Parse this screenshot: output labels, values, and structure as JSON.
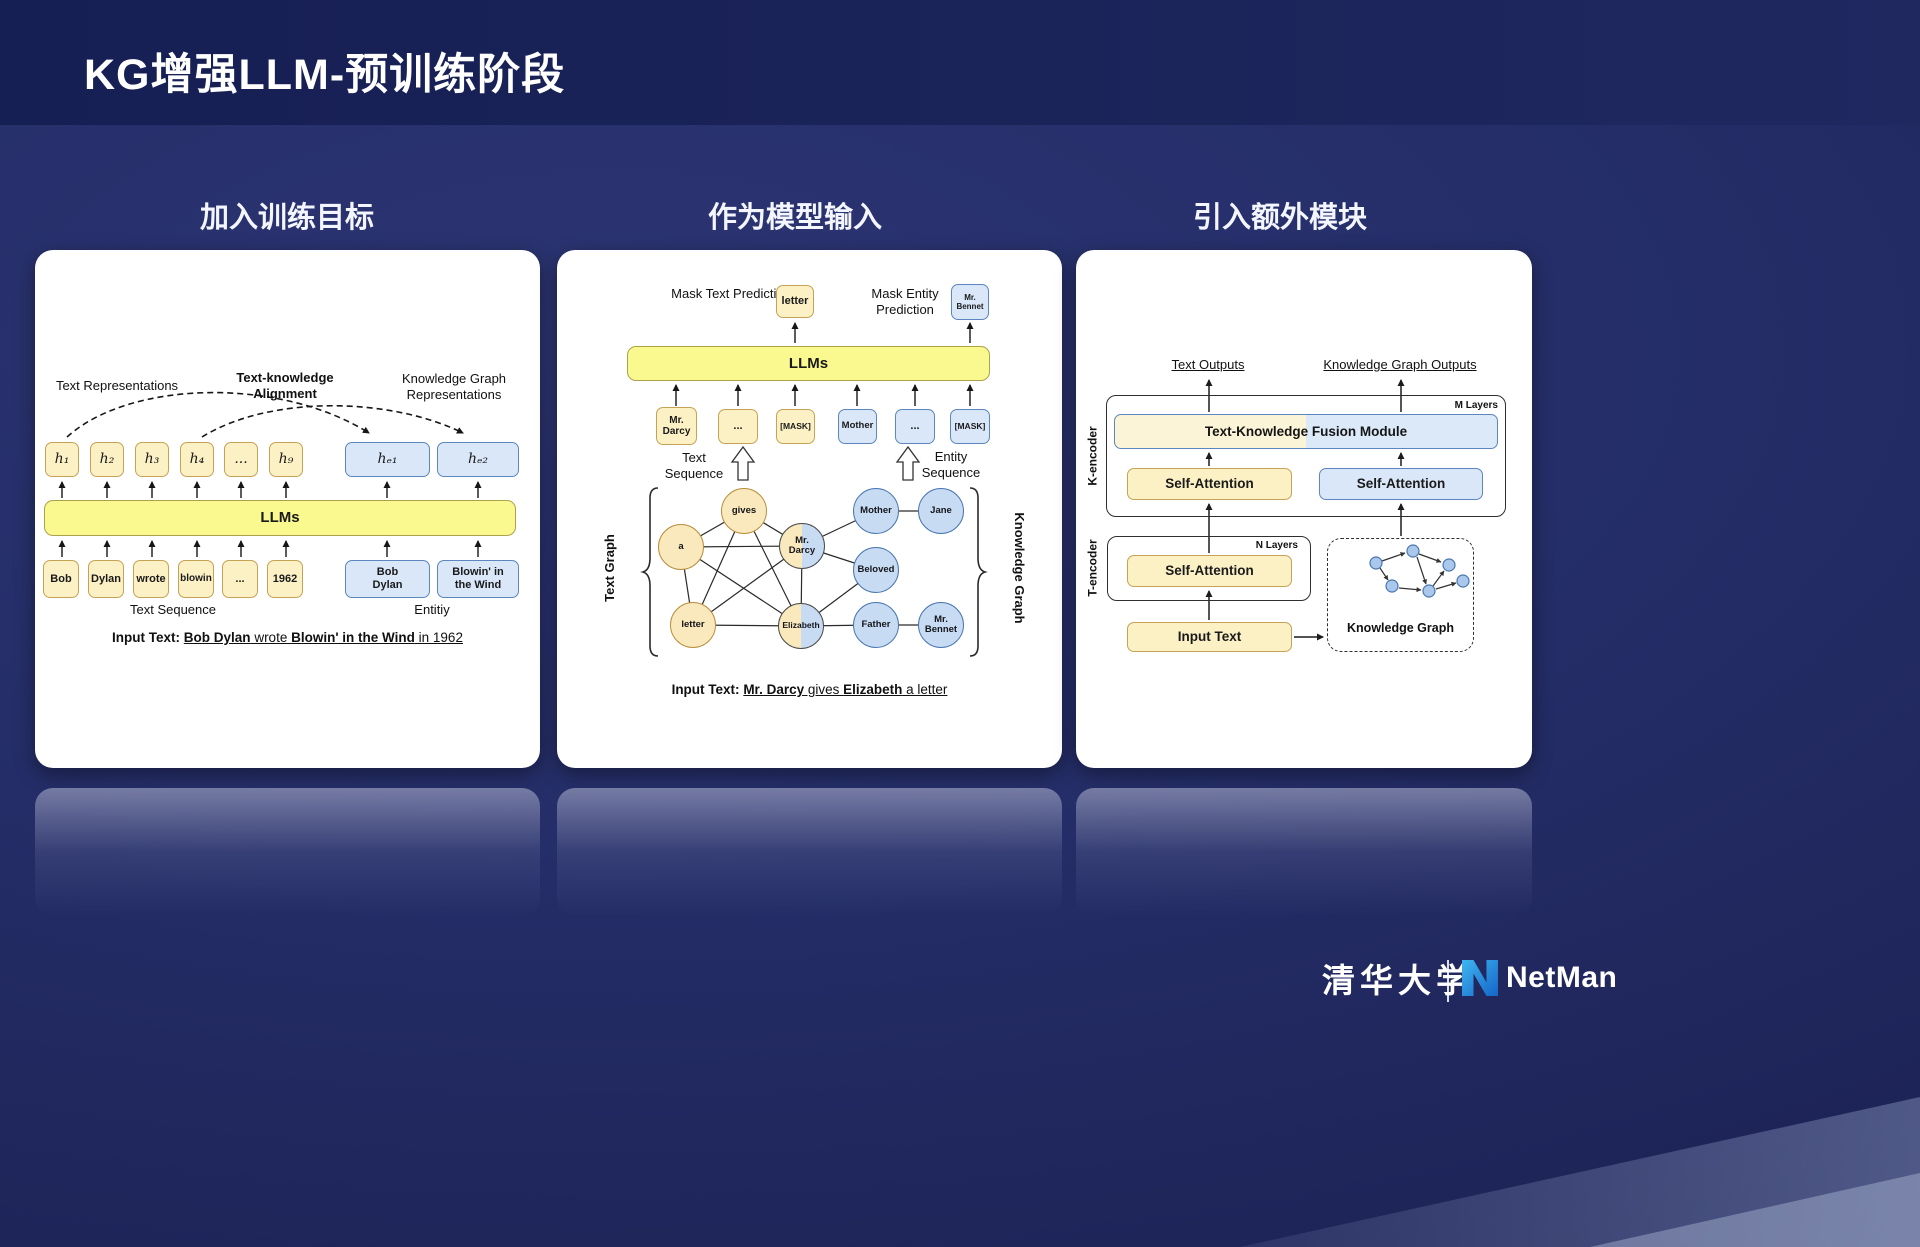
{
  "slide": {
    "title": "KG增强LLM-预训练阶段"
  },
  "headings": {
    "left": "加入训练目标",
    "middle": "作为模型输入",
    "right": "引入额外模块"
  },
  "panel1": {
    "label_text_repr": "Text Representations",
    "label_alignment": "Text-knowledge Alignment",
    "label_kg_repr": "Knowledge Graph Representations",
    "h_tokens": [
      "h₁",
      "h₂",
      "h₃",
      "h₄",
      "...",
      "h₉"
    ],
    "h_entities": [
      "hₑ₁",
      "hₑ₂"
    ],
    "llm": "LLMs",
    "tokens": [
      "Bob",
      "Dylan",
      "wrote",
      "blowin",
      "...",
      "1962"
    ],
    "entities": [
      "Bob Dylan",
      "Blowin' in the Wind"
    ],
    "label_text_seq": "Text Sequence",
    "label_entity": "Entitiy",
    "input": {
      "prefix": "Input Text: ",
      "bold1": "Bob Dylan",
      "mid": " wrote ",
      "bold2": "Blowin' in the Wind",
      "tail": " in 1962"
    }
  },
  "panel2": {
    "label_mask_text": "Mask Text Prediction",
    "pred_text": "letter",
    "label_mask_entity": "Mask Entity Prediction",
    "pred_entity": "Mr. Bennet",
    "llm": "LLMs",
    "tokens_text": [
      "Mr. Darcy",
      "...",
      "[MASK]"
    ],
    "tokens_entity": [
      "Mother",
      "...",
      "[MASK]"
    ],
    "label_text_seq": "Text Sequence",
    "label_entity_seq": "Entity Sequence",
    "label_text_graph": "Text Graph",
    "label_knowledge_graph": "Knowledge Graph",
    "nodes_text": [
      "gives",
      "a",
      "letter"
    ],
    "nodes_dual": [
      "Mr. Darcy",
      "Elizabeth"
    ],
    "nodes_kg": [
      "Mother",
      "Jane",
      "Beloved",
      "Father",
      "Mr. Bennet"
    ],
    "input": {
      "prefix": "Input Text: ",
      "bold1": "Mr. Darcy",
      "mid": " gives ",
      "bold2": "Elizabeth",
      "tail": " a letter"
    }
  },
  "panel3": {
    "label_text_outputs": "Text Outputs",
    "label_kg_outputs": "Knowledge Graph Outputs",
    "label_k_encoder": "K-encoder",
    "label_t_encoder": "T-encoder",
    "label_m_layers": "M Layers",
    "label_n_layers": "N Layers",
    "fusion": "Text-Knowledge Fusion Module",
    "self_attention": "Self-Attention",
    "input_text": "Input Text",
    "knowledge_graph": "Knowledge Graph"
  },
  "footer": {
    "university": "清华大学",
    "brand": "NetMan"
  },
  "colors": {
    "bg_navy": "#232C66",
    "header_navy": "#1A2158",
    "card_white": "#FFFFFF",
    "yellow_fill": "#FCF1C5",
    "yellow_border": "#C6A254",
    "llm_yellow": "#FAF98F",
    "blue_fill": "#D9E7F8",
    "blue_border": "#5C86BE",
    "brand_blue": "#2B9FE3"
  }
}
